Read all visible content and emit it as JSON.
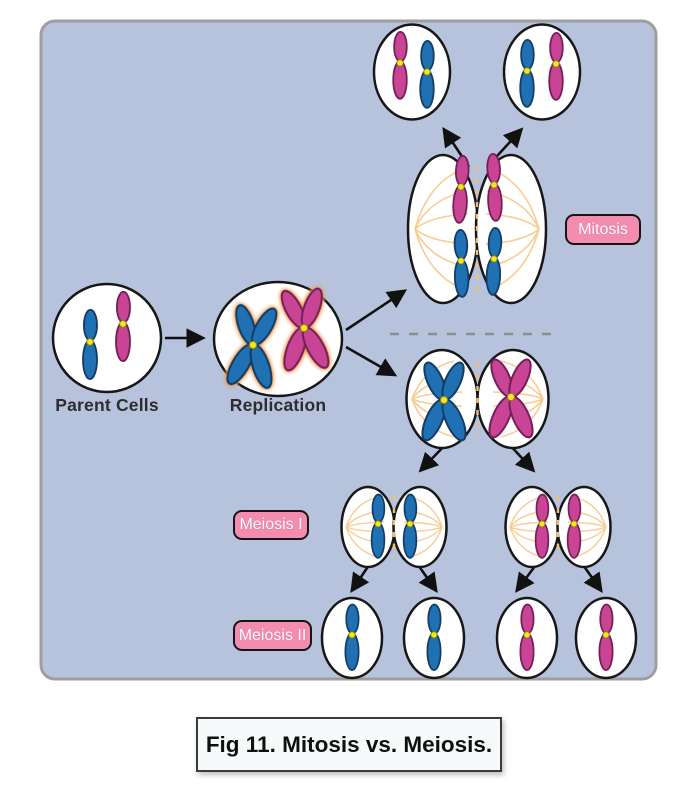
{
  "figure": {
    "caption": "Fig 11. Mitosis vs. Meiosis."
  },
  "labels": {
    "parent_cells": "Parent Cells",
    "replication": "Replication"
  },
  "badges": {
    "mitosis": "Mitosis",
    "meiosis_1": "Meiosis I",
    "meiosis_2": "Meiosis II"
  },
  "colors": {
    "panel_bg": "#b7c3dc",
    "chromosome_blue": "#2070b4",
    "chromosome_pink": "#c94494",
    "centromere_yellow": "#f2e71f",
    "spindle_fiber_orange": "#f6cd96",
    "badge_pink": "#f48caf",
    "cell_fill": "#ffffff",
    "outline": "#171717"
  },
  "process": {
    "start": {
      "label": "Parent Cells",
      "chromosomes": [
        "blue",
        "pink"
      ]
    },
    "replication": {
      "label": "Replication",
      "chromosomes": [
        "blue-duplicated-X",
        "pink-duplicated-X"
      ]
    },
    "mitosis_branch": {
      "badge": "Mitosis",
      "spindle_cell_chromatids": [
        "pink",
        "pink",
        "blue",
        "blue"
      ],
      "daughter_cells": [
        [
          "pink",
          "blue"
        ],
        [
          "blue",
          "pink"
        ]
      ]
    },
    "meiosis_branch": {
      "meiosis_1_badge": "Meiosis I",
      "meiosis_1_cell_chromosomes": [
        "blue-duplicated-X",
        "pink-duplicated-X"
      ],
      "meiosis_2_badge": "Meiosis II",
      "meiosis_2_cells": [
        [
          "blue",
          "blue"
        ],
        [
          "pink",
          "pink"
        ]
      ],
      "gametes": [
        "blue",
        "blue",
        "pink",
        "pink"
      ]
    }
  }
}
